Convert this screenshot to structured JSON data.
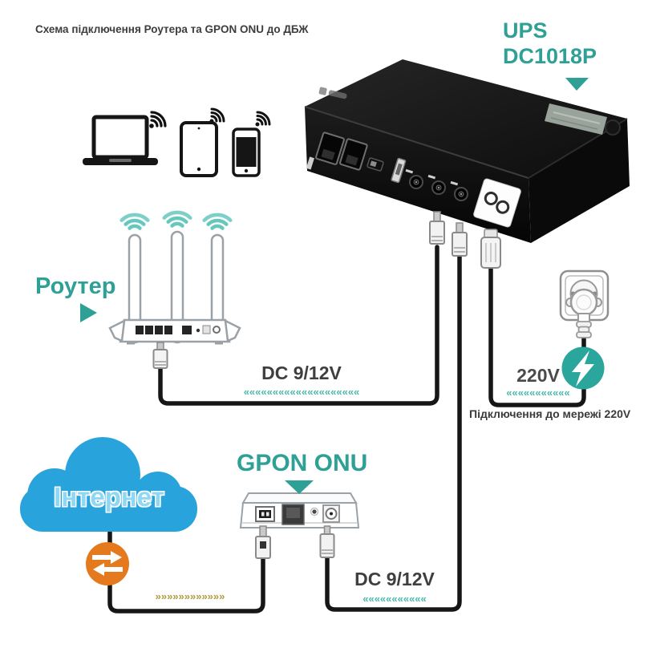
{
  "title": "Схема підключення Роутера та GPON ONU до ДБЖ",
  "ups": {
    "name_line1": "UPS",
    "name_line2": "DC1018P"
  },
  "router": {
    "label": "Роутер"
  },
  "internet": {
    "label": "Інтернет"
  },
  "gpon": {
    "label": "GPON ONU"
  },
  "mains": {
    "voltage": "220V",
    "caption": "Підключення до мережі 220V",
    "arrows": "«««««««««««"
  },
  "dc_router_line": {
    "label": "DC 9/12V",
    "arrows": "««««««««««««««««««««"
  },
  "dc_gpon_line": {
    "label": "DC 9/12V",
    "arrows": "«««««««««««"
  },
  "fiber_line": {
    "arrows": "»»»»»»»»»»»»"
  },
  "colors": {
    "teal": "#2fa096",
    "teal_arcs": "#66c8bd",
    "cloud_blue": "#29a3dc",
    "orange": "#e5791d",
    "yellow_arrows": "#b19b3d",
    "cable": "#161616",
    "lightning_badge": "#2aa69d"
  }
}
